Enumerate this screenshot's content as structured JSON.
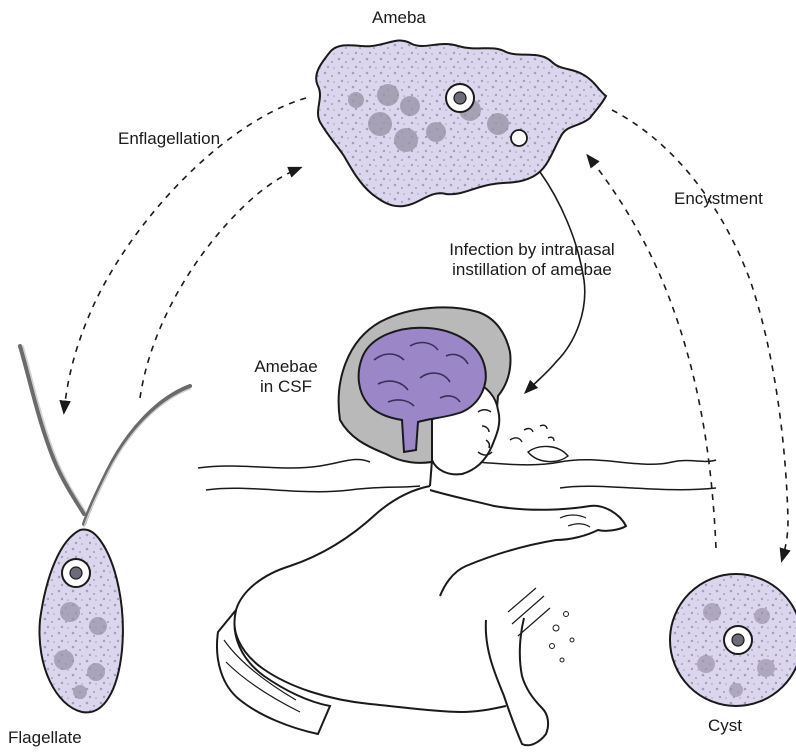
{
  "labels": {
    "ameba": "Ameba",
    "enflagellation": "Enflagellation",
    "encystment": "Encystment",
    "infection_line1": "Infection by intranasal",
    "infection_line2": "instillation of amebae",
    "amebae_csf_line1": "Amebae",
    "amebae_csf_line2": "in CSF",
    "flagellate": "Flagellate",
    "cyst": "Cyst"
  },
  "colors": {
    "organism_fill": "#d9d2ec",
    "organism_spot": "#9a93a8",
    "brain": "#9b86c8",
    "hair": "#b9b9b9",
    "outline": "#1a1a1a"
  }
}
